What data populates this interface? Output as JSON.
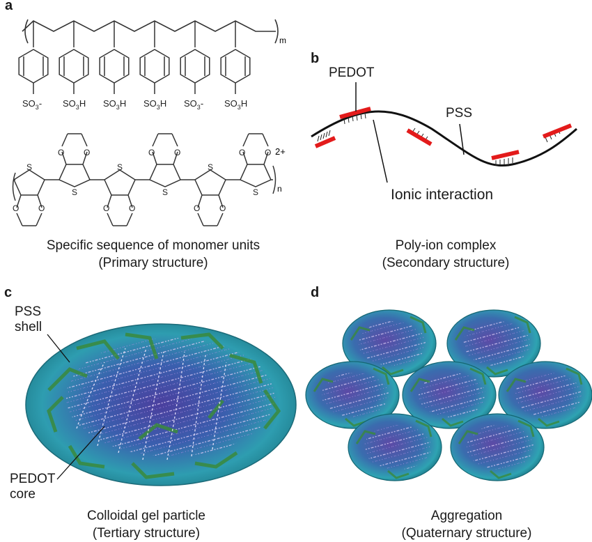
{
  "panels": {
    "a": {
      "letter": "a",
      "pss_groups": [
        "SO3-",
        "SO3H",
        "SO3H",
        "SO3H",
        "SO3-",
        "SO3H"
      ],
      "pss_subscript": "m",
      "pedot_subscript": "n",
      "pedot_charge": "2+",
      "ring_atom_s": "S",
      "ring_atom_o": "O",
      "caption_line1": "Specific sequence of monomer units",
      "caption_line2": "(Primary structure)"
    },
    "b": {
      "letter": "b",
      "label_pedot": "PEDOT",
      "label_pss": "PSS",
      "label_ionic": "Ionic interaction",
      "caption_line1": "Poly-ion complex",
      "caption_line2": "(Secondary structure)"
    },
    "c": {
      "letter": "c",
      "label_shell_line1": "PSS",
      "label_shell_line2": "shell",
      "label_core_line1": "PEDOT",
      "label_core_line2": "core",
      "caption_line1": "Colloidal gel particle",
      "caption_line2": "(Tertiary structure)"
    },
    "d": {
      "letter": "d",
      "caption_line1": "Aggregation",
      "caption_line2": "(Quaternary structure)"
    }
  },
  "colors": {
    "pedot_bar": "#e31b1b",
    "pss_line": "#111111",
    "particle_fill": "#2e9db0",
    "particle_core": "#5a4aa8",
    "shell_green": "#3a8a3c"
  }
}
